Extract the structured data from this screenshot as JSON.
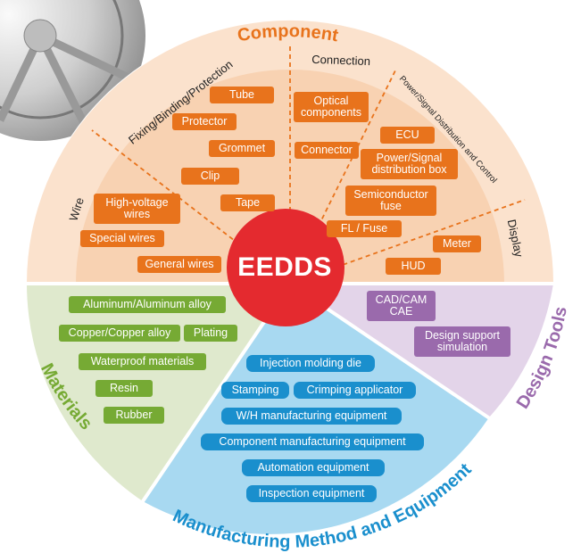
{
  "colors": {
    "component": "#e8731c",
    "materials": "#76aa34",
    "manufacturing": "#1a8fcd",
    "design_tools": "#9a6aac",
    "center": "#e42a2f"
  },
  "center": "EEDDS",
  "categories": {
    "component": "Component",
    "materials": "Materials",
    "manufacturing": "Manufacturing Method and Equipment",
    "design_tools": "Design Tools"
  },
  "component": {
    "subsections": {
      "fixing": "Fixing/Binding/Protection",
      "connection": "Connection",
      "power": "Power/Signal Distribution and Control",
      "wire": "Wire",
      "display": "Display"
    },
    "items": {
      "tube": "Tube",
      "protector": "Protector",
      "grommet": "Grommet",
      "clip": "Clip",
      "tape": "Tape",
      "optical_1": "Optical",
      "optical_2": "components",
      "connector": "Connector",
      "ecu": "ECU",
      "psd_1": "Power/Signal",
      "psd_2": "distribution box",
      "semi_1": "Semiconductor",
      "semi_2": "fuse",
      "fl_fuse": "FL / Fuse",
      "hv_1": "High-voltage",
      "hv_2": "wires",
      "special_wires": "Special wires",
      "general_wires": "General wires",
      "meter": "Meter",
      "hud": "HUD"
    }
  },
  "materials": {
    "items": {
      "aluminum": "Aluminum/Aluminum alloy",
      "copper": "Copper/Copper alloy",
      "plating": "Plating",
      "waterproof": "Waterproof materials",
      "resin": "Resin",
      "rubber": "Rubber"
    }
  },
  "manufacturing": {
    "items": {
      "injection": "Injection molding die",
      "stamping": "Stamping",
      "crimping": "Crimping applicator",
      "wh_equipment": "W/H manufacturing equipment",
      "component_equipment": "Component manufacturing equipment",
      "automation": "Automation equipment",
      "inspection": "Inspection equipment"
    }
  },
  "design_tools": {
    "items": {
      "cad_1": "CAD/CAM",
      "cad_2": "CAE",
      "dss_1": "Design support",
      "dss_2": "simulation"
    }
  }
}
